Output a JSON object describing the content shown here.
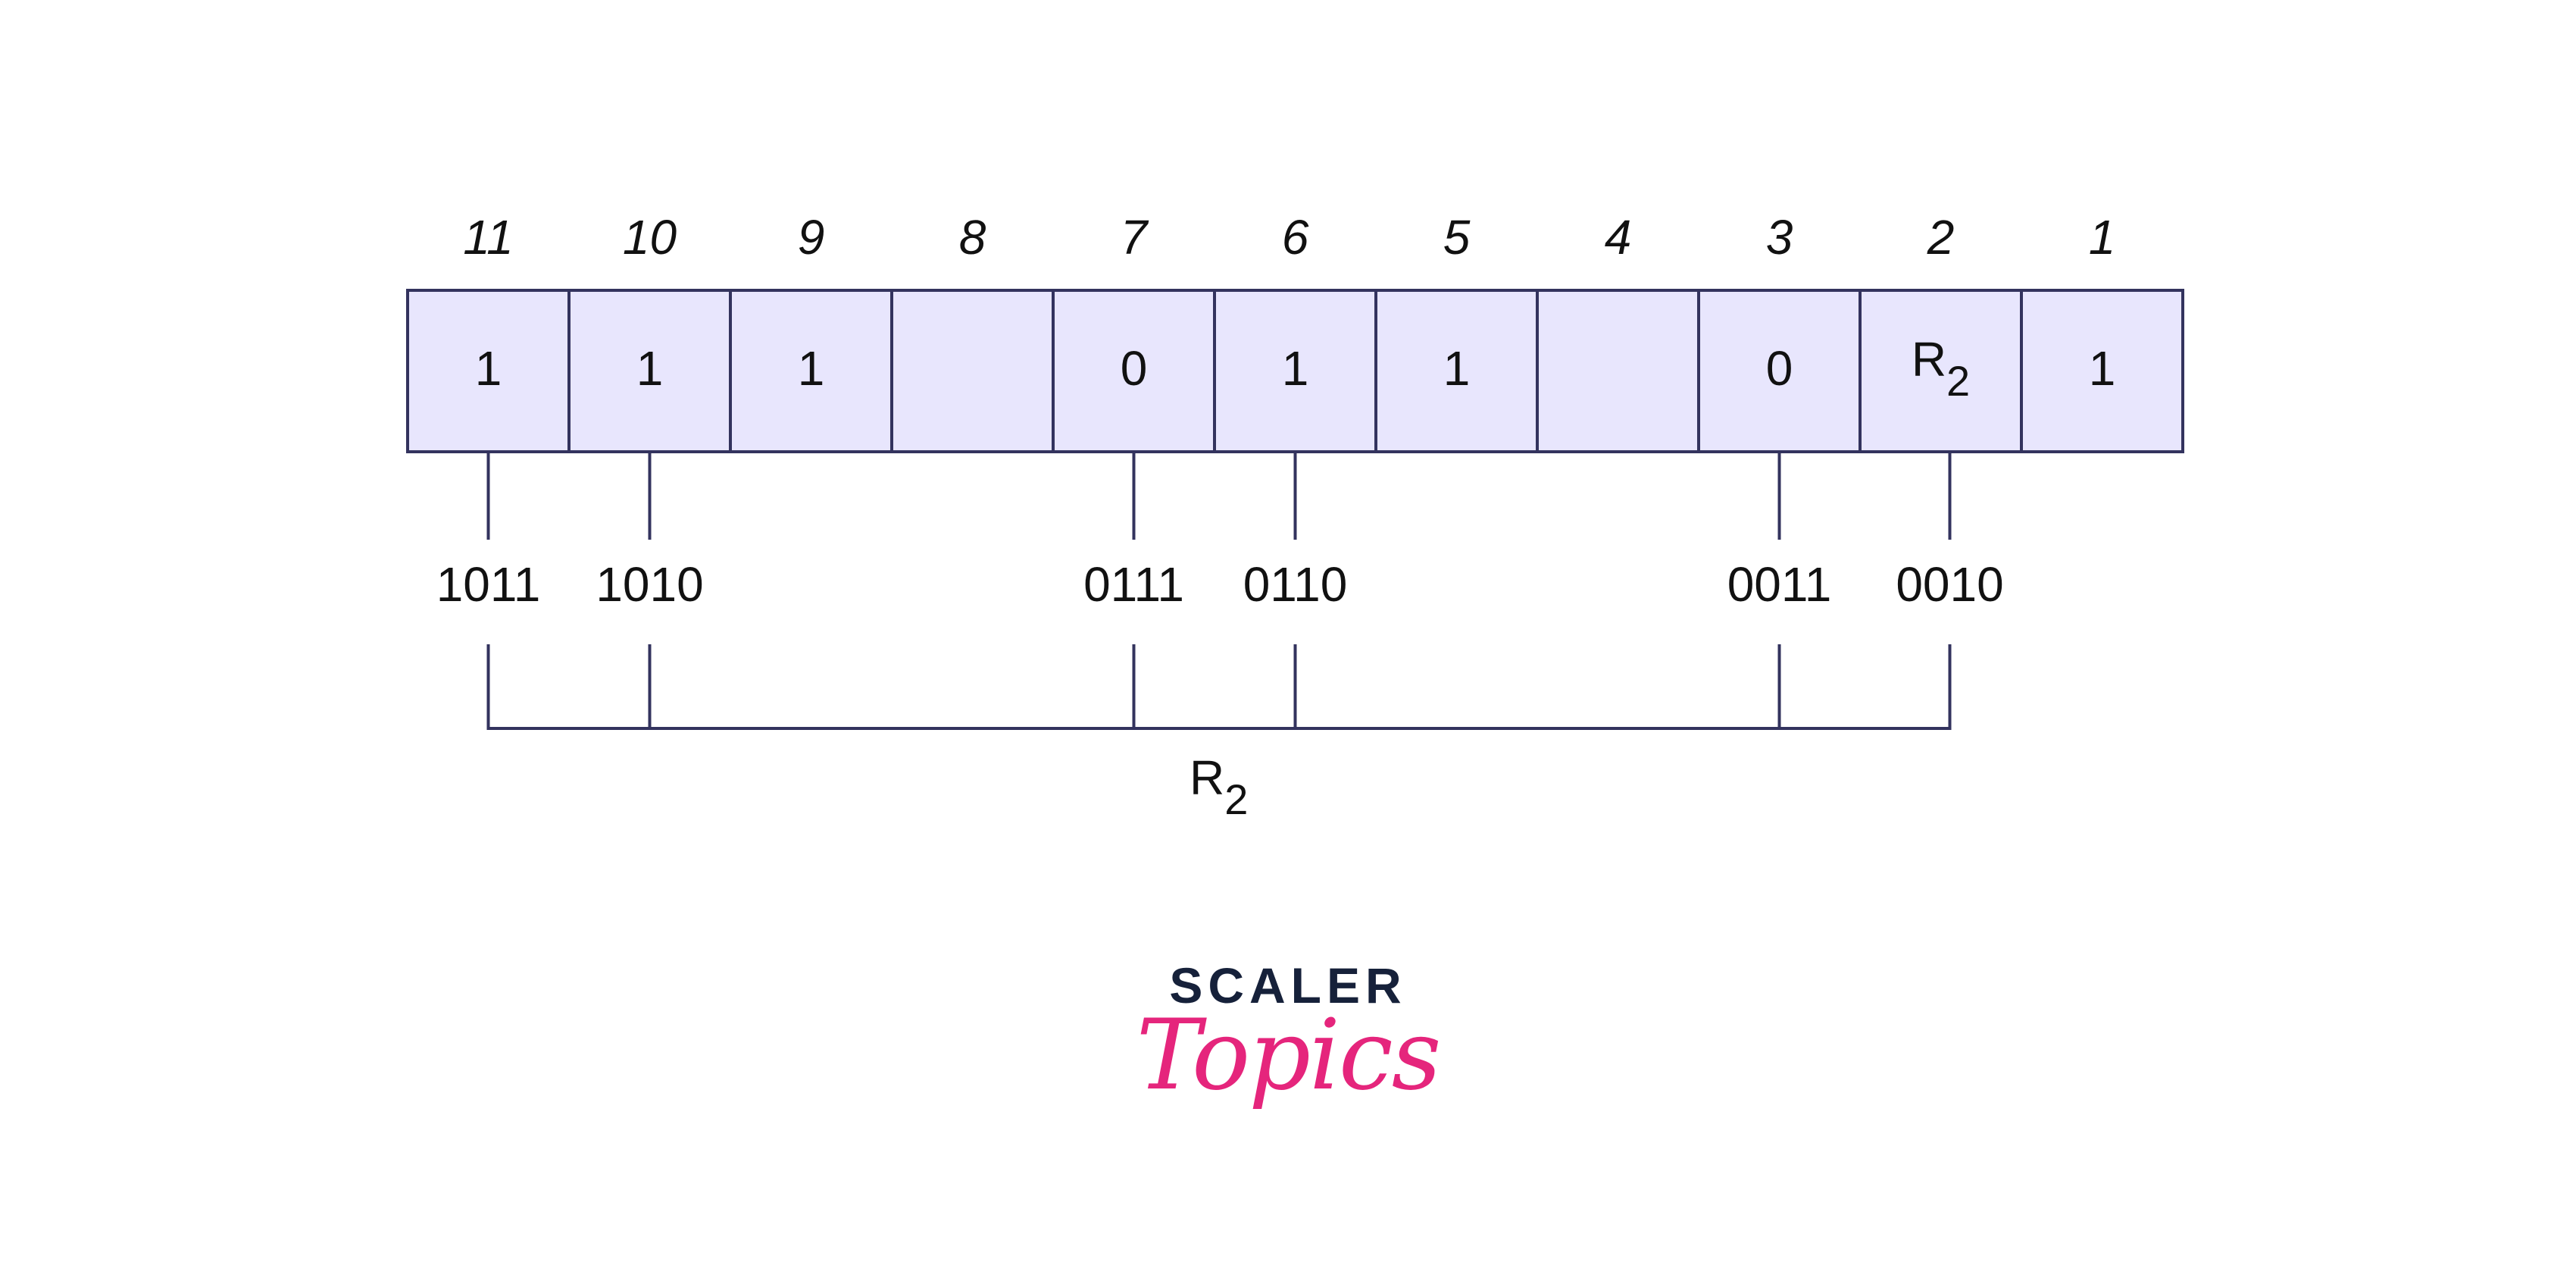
{
  "diagram": {
    "positions": [
      "11",
      "10",
      "9",
      "8",
      "7",
      "6",
      "5",
      "4",
      "3",
      "2",
      "1"
    ],
    "bits": [
      "1",
      "1",
      "1",
      "",
      "0",
      "1",
      "1",
      "",
      "0",
      "R",
      "1"
    ],
    "bit_subscripts": [
      "",
      "",
      "",
      "",
      "",
      "",
      "",
      "",
      "",
      "2",
      ""
    ],
    "checked_positions": [
      {
        "index": 0,
        "binary": "1011"
      },
      {
        "index": 1,
        "binary": "1010"
      },
      {
        "index": 4,
        "binary": "0111"
      },
      {
        "index": 5,
        "binary": "0110"
      },
      {
        "index": 8,
        "binary": "0011"
      },
      {
        "index": 9,
        "binary": "0010"
      }
    ],
    "group_label": {
      "main": "R",
      "sub": "2"
    }
  },
  "colors": {
    "cell_fill": "#e8e6fd",
    "stroke": "#33335e",
    "text": "#111111",
    "brand_dark": "#16213a",
    "brand_pink": "#e5257c"
  },
  "watermark": {
    "line1": "SCALER",
    "line2": "Topics"
  }
}
